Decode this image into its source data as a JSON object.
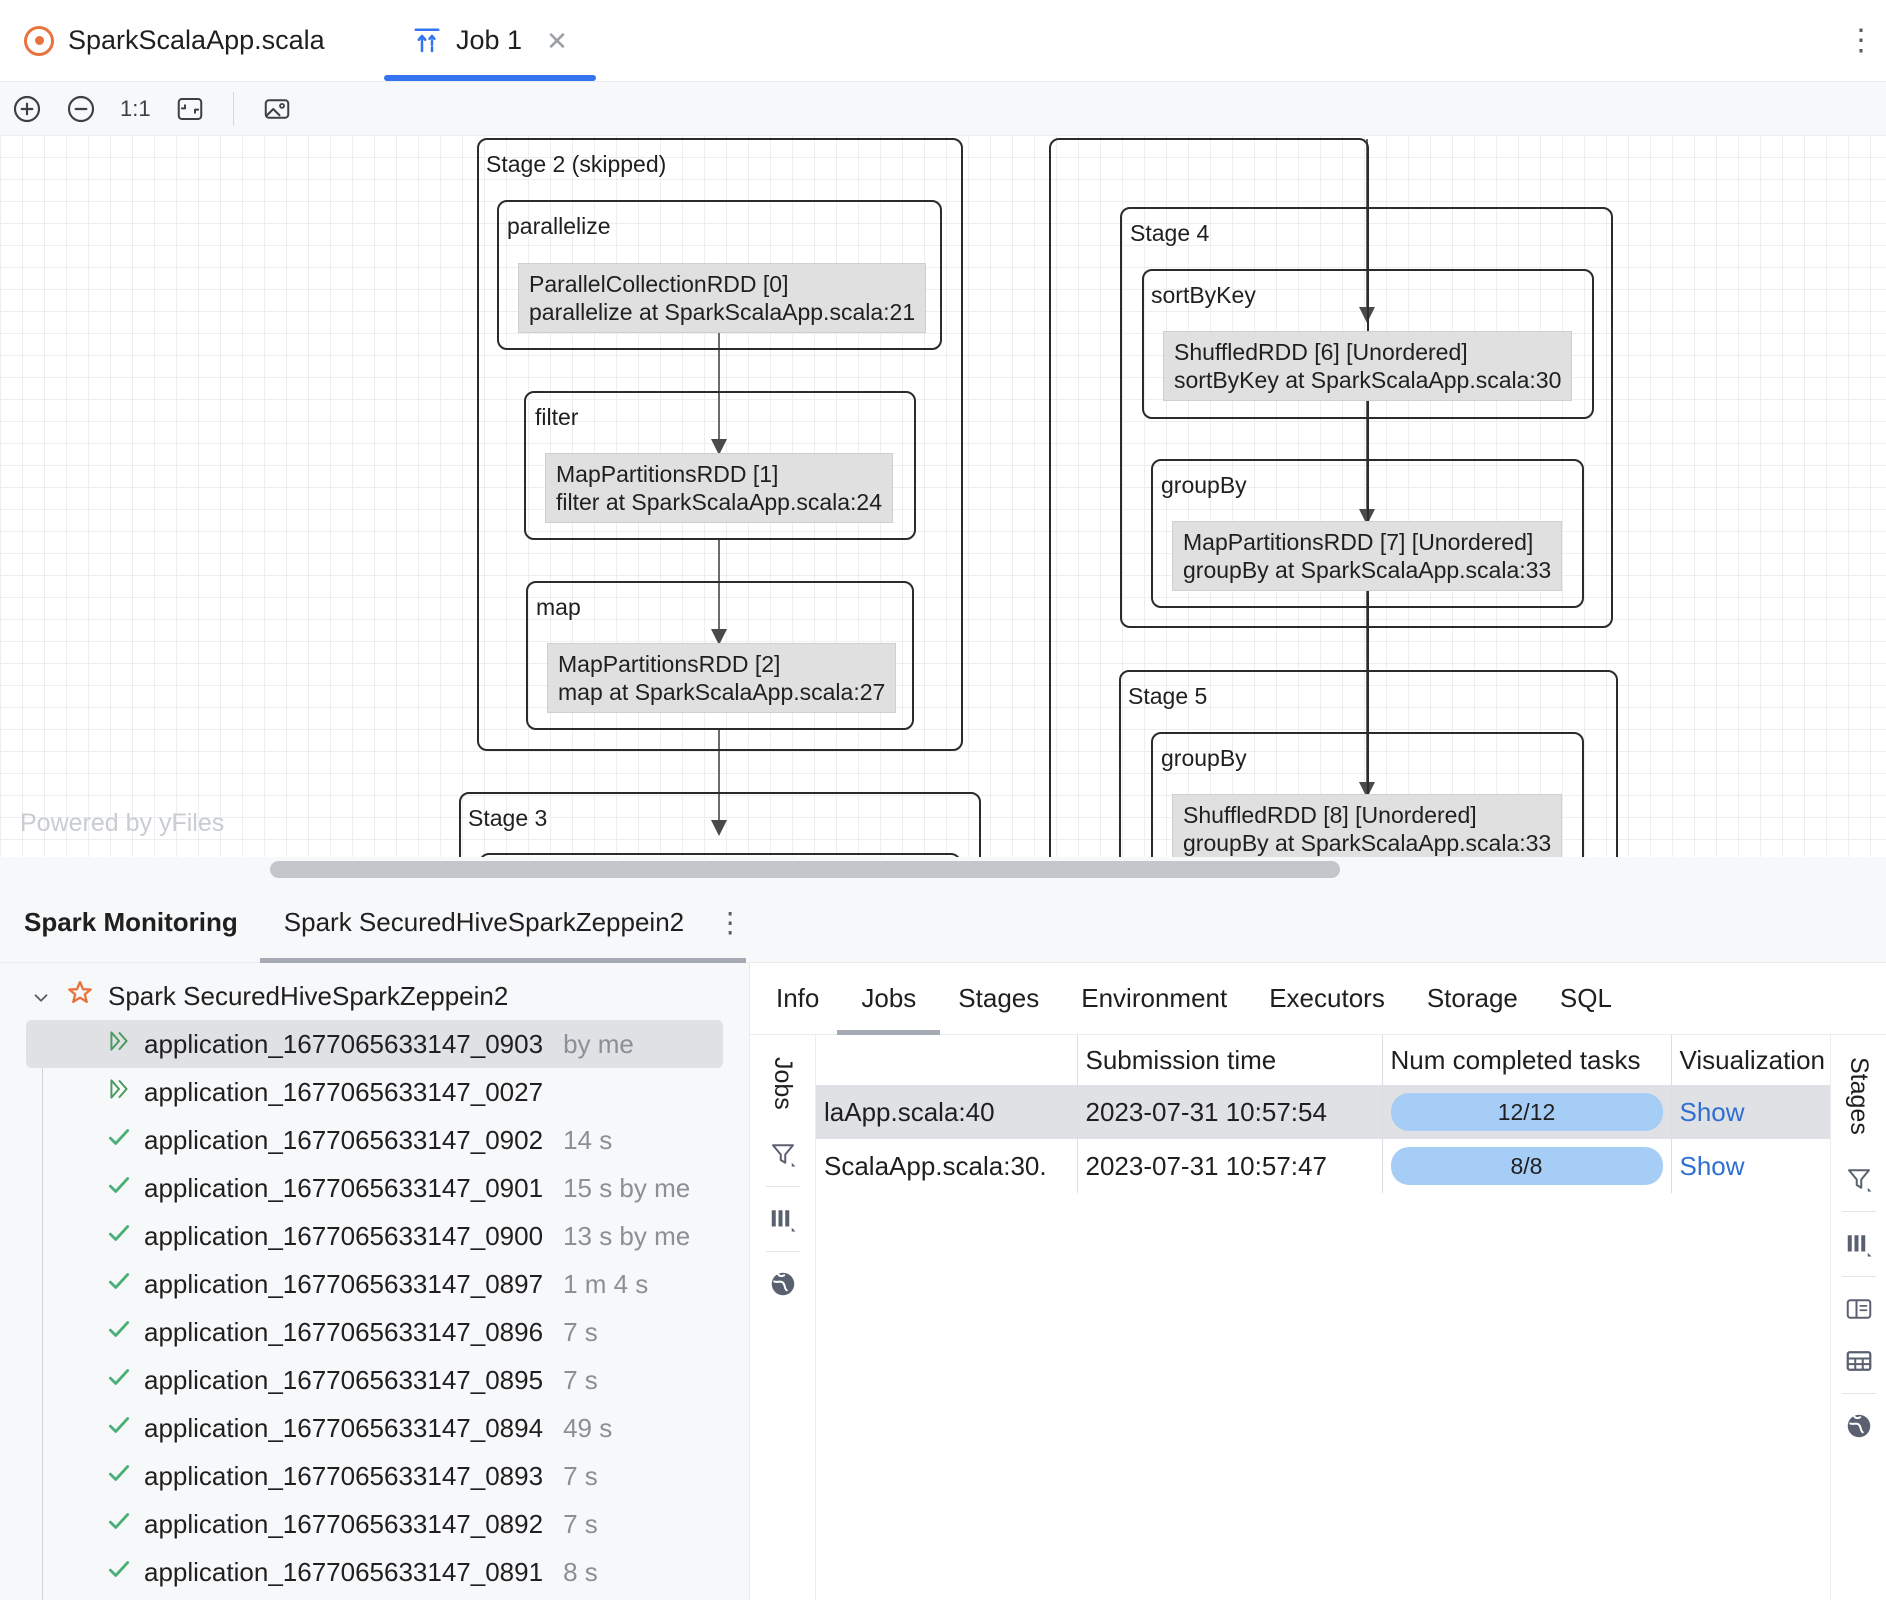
{
  "window": {
    "tabs": [
      {
        "label": "SparkScalaApp.scala",
        "icon": "scala-file-icon",
        "active": false,
        "closable": false
      },
      {
        "label": "Job 1",
        "icon": "job-graph-icon",
        "active": true,
        "closable": true
      }
    ],
    "more_actions": "⋮"
  },
  "graph_toolbar": {
    "zoom_in": "zoom-in-icon",
    "zoom_out": "zoom-out-icon",
    "zoom_level": "1:1",
    "fit_content": "fit-content-icon",
    "export_image": "export-image-icon"
  },
  "graph": {
    "watermark": "Powered by yFiles",
    "stages": [
      {
        "title": "Stage 2 (skipped)",
        "ops": [
          {
            "title": "parallelize",
            "rdd": [
              "ParallelCollectionRDD [0]",
              "parallelize at SparkScalaApp.scala:21"
            ]
          },
          {
            "title": "filter",
            "rdd": [
              "MapPartitionsRDD [1]",
              "filter at SparkScalaApp.scala:24"
            ]
          },
          {
            "title": "map",
            "rdd": [
              "MapPartitionsRDD [2]",
              "map at SparkScalaApp.scala:27"
            ]
          }
        ]
      },
      {
        "title": "Stage 3",
        "ops": []
      },
      {
        "title": "Stage 4",
        "ops": [
          {
            "title": "sortByKey",
            "rdd": [
              "ShuffledRDD [6] [Unordered]",
              "sortByKey at SparkScalaApp.scala:30"
            ]
          },
          {
            "title": "groupBy",
            "rdd": [
              "MapPartitionsRDD [7] [Unordered]",
              "groupBy at SparkScalaApp.scala:33"
            ]
          }
        ]
      },
      {
        "title": "Stage 5",
        "ops": [
          {
            "title": "groupBy",
            "rdd": [
              "ShuffledRDD [8] [Unordered]",
              "groupBy at SparkScalaApp.scala:33"
            ]
          }
        ]
      }
    ]
  },
  "tool_window": {
    "title": "Spark Monitoring",
    "tab": "Spark SecuredHiveSparkZeppein2",
    "kebab": "⋮"
  },
  "tree": {
    "root": {
      "label": "Spark SecuredHiveSparkZeppein2",
      "icon": "spark-star-icon",
      "expanded": true
    },
    "items": [
      {
        "label": "application_1677065633147_0903",
        "status": "running",
        "meta": "by me",
        "selected": true
      },
      {
        "label": "application_1677065633147_0027",
        "status": "running",
        "meta": "",
        "selected": false
      },
      {
        "label": "application_1677065633147_0902",
        "status": "completed",
        "meta": "14 s",
        "selected": false
      },
      {
        "label": "application_1677065633147_0901",
        "status": "completed",
        "meta": "15 s by me",
        "selected": false
      },
      {
        "label": "application_1677065633147_0900",
        "status": "completed",
        "meta": "13 s by me",
        "selected": false
      },
      {
        "label": "application_1677065633147_0897",
        "status": "completed",
        "meta": "1 m 4 s",
        "selected": false
      },
      {
        "label": "application_1677065633147_0896",
        "status": "completed",
        "meta": "7 s",
        "selected": false
      },
      {
        "label": "application_1677065633147_0895",
        "status": "completed",
        "meta": "7 s",
        "selected": false
      },
      {
        "label": "application_1677065633147_0894",
        "status": "completed",
        "meta": "49 s",
        "selected": false
      },
      {
        "label": "application_1677065633147_0893",
        "status": "completed",
        "meta": "7 s",
        "selected": false
      },
      {
        "label": "application_1677065633147_0892",
        "status": "completed",
        "meta": "7 s",
        "selected": false
      },
      {
        "label": "application_1677065633147_0891",
        "status": "completed",
        "meta": "8 s",
        "selected": false
      }
    ]
  },
  "spark_tabs": [
    {
      "label": "Info",
      "active": false
    },
    {
      "label": "Jobs",
      "active": true
    },
    {
      "label": "Stages",
      "active": false
    },
    {
      "label": "Environment",
      "active": false
    },
    {
      "label": "Executors",
      "active": false
    },
    {
      "label": "Storage",
      "active": false
    },
    {
      "label": "SQL",
      "active": false
    }
  ],
  "left_strip": {
    "label": "Jobs",
    "icons": [
      "filter-icon",
      "columns-icon",
      "globe-icon"
    ]
  },
  "right_strip": {
    "label": "Stages",
    "icons": [
      "filter-icon",
      "columns-icon",
      "details-panel-icon",
      "table-icon",
      "globe-icon"
    ]
  },
  "jobs_table": {
    "columns": [
      "",
      "Submission time",
      "Num completed tasks",
      "Visualization"
    ],
    "rows": [
      {
        "description": "laApp.scala:40",
        "submission_time": "2023-07-31 10:57:54",
        "tasks": "12/12",
        "visualization": "Show",
        "selected": true
      },
      {
        "description": ".ScalaApp.scala:30",
        "submission_time": "2023-07-31 10:57:47",
        "tasks": "8/8",
        "visualization": "Show",
        "selected": false
      }
    ]
  },
  "colors": {
    "accent_blue": "#3574f0",
    "link_blue": "#2f6fd0",
    "progress_blue": "#a6cdf5",
    "star_orange": "#e8733d",
    "success_green": "#4caf78"
  }
}
